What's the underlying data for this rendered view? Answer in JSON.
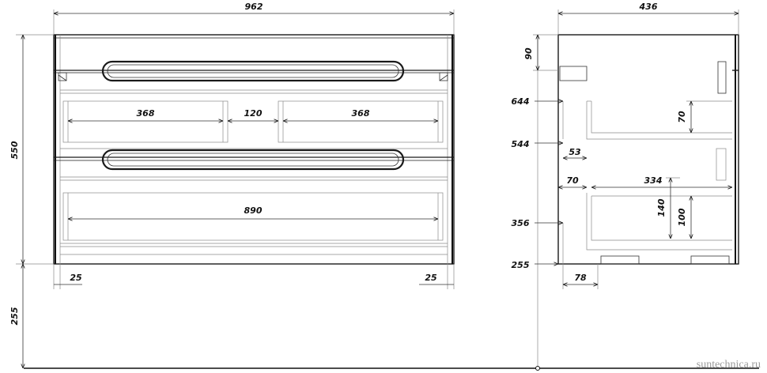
{
  "front_view": {
    "overall_width": "962",
    "drawer_inner_left": "368",
    "drawer_divider": "120",
    "drawer_inner_right": "368",
    "lower_drawer_width": "890",
    "height": "550",
    "side_left": "25",
    "side_right": "25",
    "floor_clearance": "255"
  },
  "side_view": {
    "depth": "436",
    "top_offset": "90",
    "level_644": "644",
    "level_544": "544",
    "level_356": "356",
    "level_255": "255",
    "drawer_height_upper": "70",
    "offset_53": "53",
    "offset_70": "70",
    "depth_334": "334",
    "height_140": "140",
    "height_100": "100",
    "offset_78": "78"
  },
  "watermark": "suntechnica.ru",
  "colors": {
    "line": "#1a1a1a",
    "watermark": "#9a9a9a",
    "background": "#ffffff"
  }
}
